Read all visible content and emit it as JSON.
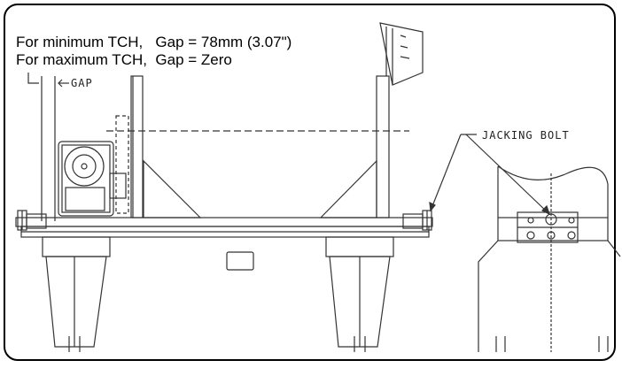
{
  "notes": {
    "line1": "For minimum TCH,   Gap = 78mm (3.07\")",
    "line2": "For maximum TCH,  Gap = Zero"
  },
  "labels": {
    "gap": "GAP",
    "jacking_bolt": "JACKING BOLT"
  }
}
